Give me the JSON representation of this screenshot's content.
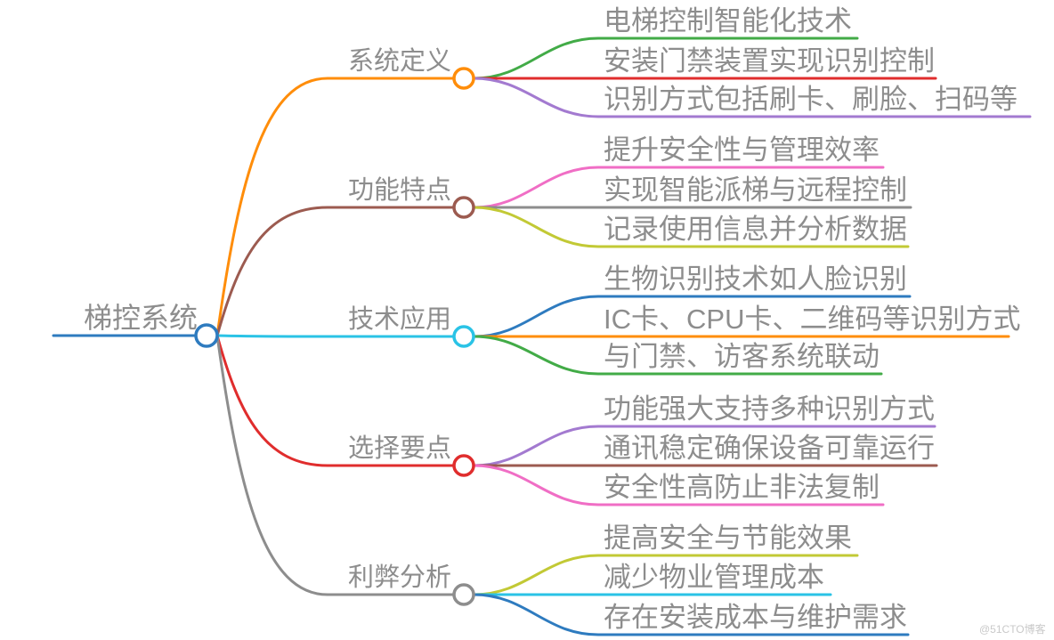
{
  "background": "#ffffff",
  "text_color": "#8d8d8d",
  "watermark": "@51CTO博客",
  "watermark_color": "#c9c9c9",
  "root": {
    "label": "梯控系统",
    "color": "#2e7bbf"
  },
  "branches": [
    {
      "label": "系统定义",
      "color": "#ff8d0a",
      "leaves": [
        {
          "text": "电梯控制智能化技术",
          "color": "#42ab47"
        },
        {
          "text": "安装门禁装置实现识别控制",
          "color": "#e02d2d"
        },
        {
          "text": "识别方式包括刷卡、刷脸、扫码等",
          "color": "#a37ad0"
        }
      ]
    },
    {
      "label": "功能特点",
      "color": "#9c5b50",
      "leaves": [
        {
          "text": "提升安全性与管理效率",
          "color": "#f06ec5"
        },
        {
          "text": "实现智能派梯与远程控制",
          "color": "#8d8d8d"
        },
        {
          "text": "记录使用信息并分析数据",
          "color": "#c2c935"
        }
      ]
    },
    {
      "label": "技术应用",
      "color": "#2ac3e6",
      "leaves": [
        {
          "text": "生物识别技术如人脸识别",
          "color": "#2e7bbf"
        },
        {
          "text": "IC卡、CPU卡、二维码等识别方式",
          "color": "#ff8d0a"
        },
        {
          "text": "与门禁、访客系统联动",
          "color": "#42ab47"
        }
      ]
    },
    {
      "label": "选择要点",
      "color": "#e02d2d",
      "leaves": [
        {
          "text": "功能强大支持多种识别方式",
          "color": "#a37ad0"
        },
        {
          "text": "通讯稳定确保设备可靠运行",
          "color": "#9c5b50"
        },
        {
          "text": "安全性高防止非法复制",
          "color": "#f06ec5"
        }
      ]
    },
    {
      "label": "利弊分析",
      "color": "#8d8d8d",
      "leaves": [
        {
          "text": "提高安全与节能效果",
          "color": "#c2c935"
        },
        {
          "text": "减少物业管理成本",
          "color": "#2ac3e6"
        },
        {
          "text": "存在安装成本与维护需求",
          "color": "#2e7bbf"
        }
      ]
    }
  ]
}
